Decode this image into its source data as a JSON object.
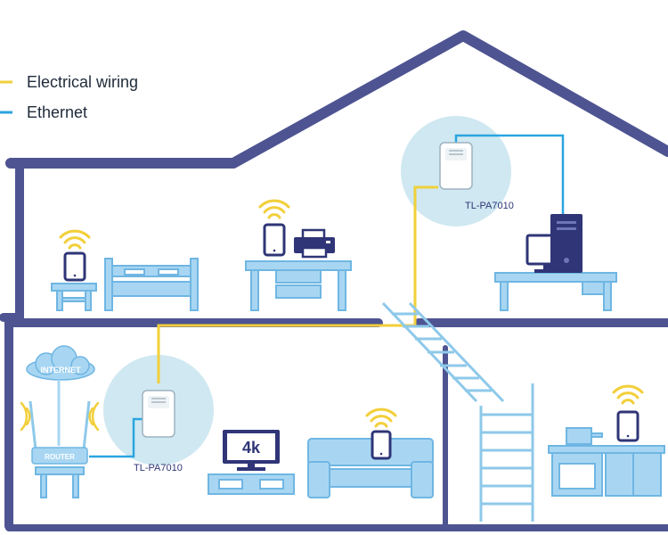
{
  "legend": {
    "items": [
      {
        "label": "Electrical wiring",
        "color": "#f2cf3a"
      },
      {
        "label": "Ethernet",
        "color": "#2aa5e0"
      }
    ]
  },
  "devices": {
    "adapter_upstairs_label": "TL-PA7010",
    "adapter_downstairs_label": "TL-PA7010",
    "router_label": "ROUTER",
    "internet_label": "INTERNET",
    "tv_label": "4k"
  },
  "colors": {
    "house_outline": "#4e5491",
    "furniture": "#a8d6f2",
    "furniture_stroke": "#6fb6e3",
    "device_dark": "#2f3576",
    "wifi": "#f2cf3a",
    "adapter_halo": "#cfe8f1"
  },
  "icons": [
    "wifi-icon",
    "tablet-icon",
    "printer-icon",
    "monitor-icon",
    "pc-tower-icon",
    "cloud-icon",
    "router-icon",
    "tv-icon",
    "plug-adapter-icon"
  ]
}
